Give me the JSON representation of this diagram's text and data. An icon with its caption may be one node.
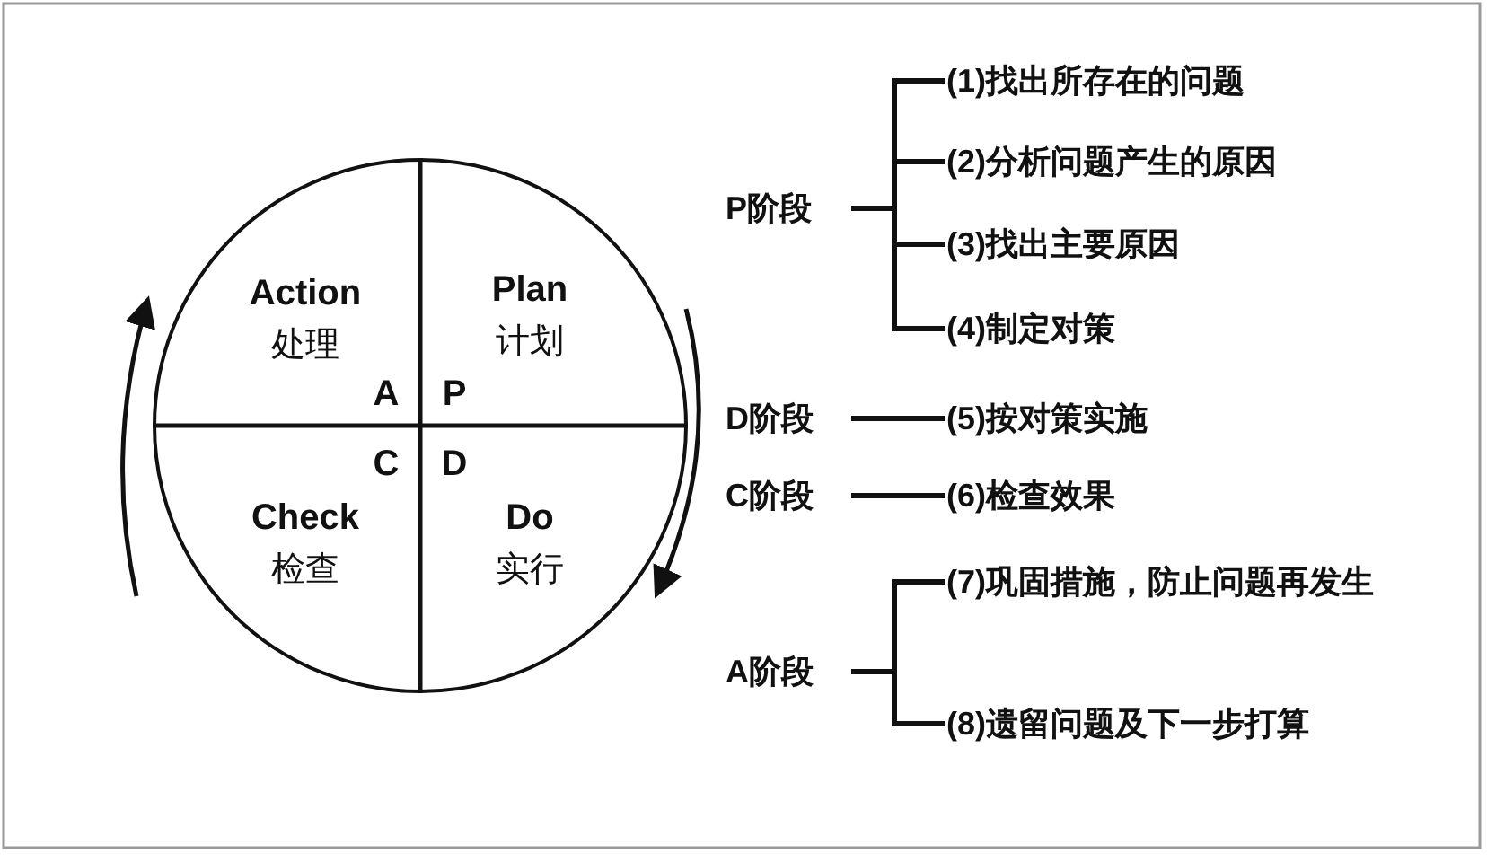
{
  "diagram": {
    "nodes": [
      {
        "text": [],
        "shape": "circle"
      },
      {
        "text": [
          "Action",
          "处理",
          "A"
        ],
        "in": 0
      },
      {
        "text": [
          "Plan",
          "计划",
          "P"
        ],
        "in": 0
      },
      {
        "text": [
          "Check",
          "检查",
          "C"
        ],
        "in": 0
      },
      {
        "text": [
          "Do",
          "实行",
          "D"
        ],
        "in": 0
      },
      {
        "text": [
          "P阶段"
        ]
      },
      {
        "text": [
          "(1)找出所存在的问题"
        ]
      },
      {
        "text": [
          "(2)分析问题产生的原因"
        ]
      },
      {
        "text": [
          "(3)找出主要原因"
        ]
      },
      {
        "text": [
          "(4)制定对策"
        ]
      },
      {
        "text": [
          "D阶段"
        ]
      },
      {
        "text": [
          "(5)按对策实施"
        ]
      },
      {
        "text": [
          "C阶段"
        ]
      },
      {
        "text": [
          "(6)检查效果"
        ]
      },
      {
        "text": [
          "A阶段"
        ]
      },
      {
        "text": [
          "(7)巩固措施，防止问题再发生"
        ]
      },
      {
        "text": [
          "(8)遗留问题及下一步打算"
        ]
      }
    ],
    "edges": [
      {
        "from": 5,
        "to": 6,
        "arrow": "none"
      },
      {
        "from": 5,
        "to": 7,
        "arrow": "none"
      },
      {
        "from": 5,
        "to": 8,
        "arrow": "none"
      },
      {
        "from": 5,
        "to": 9,
        "arrow": "none"
      },
      {
        "from": 10,
        "to": 11,
        "arrow": "none"
      },
      {
        "from": 12,
        "to": 13,
        "arrow": "none"
      },
      {
        "from": 14,
        "to": 15,
        "arrow": "none"
      },
      {
        "from": 14,
        "to": 16,
        "arrow": "none"
      }
    ]
  }
}
